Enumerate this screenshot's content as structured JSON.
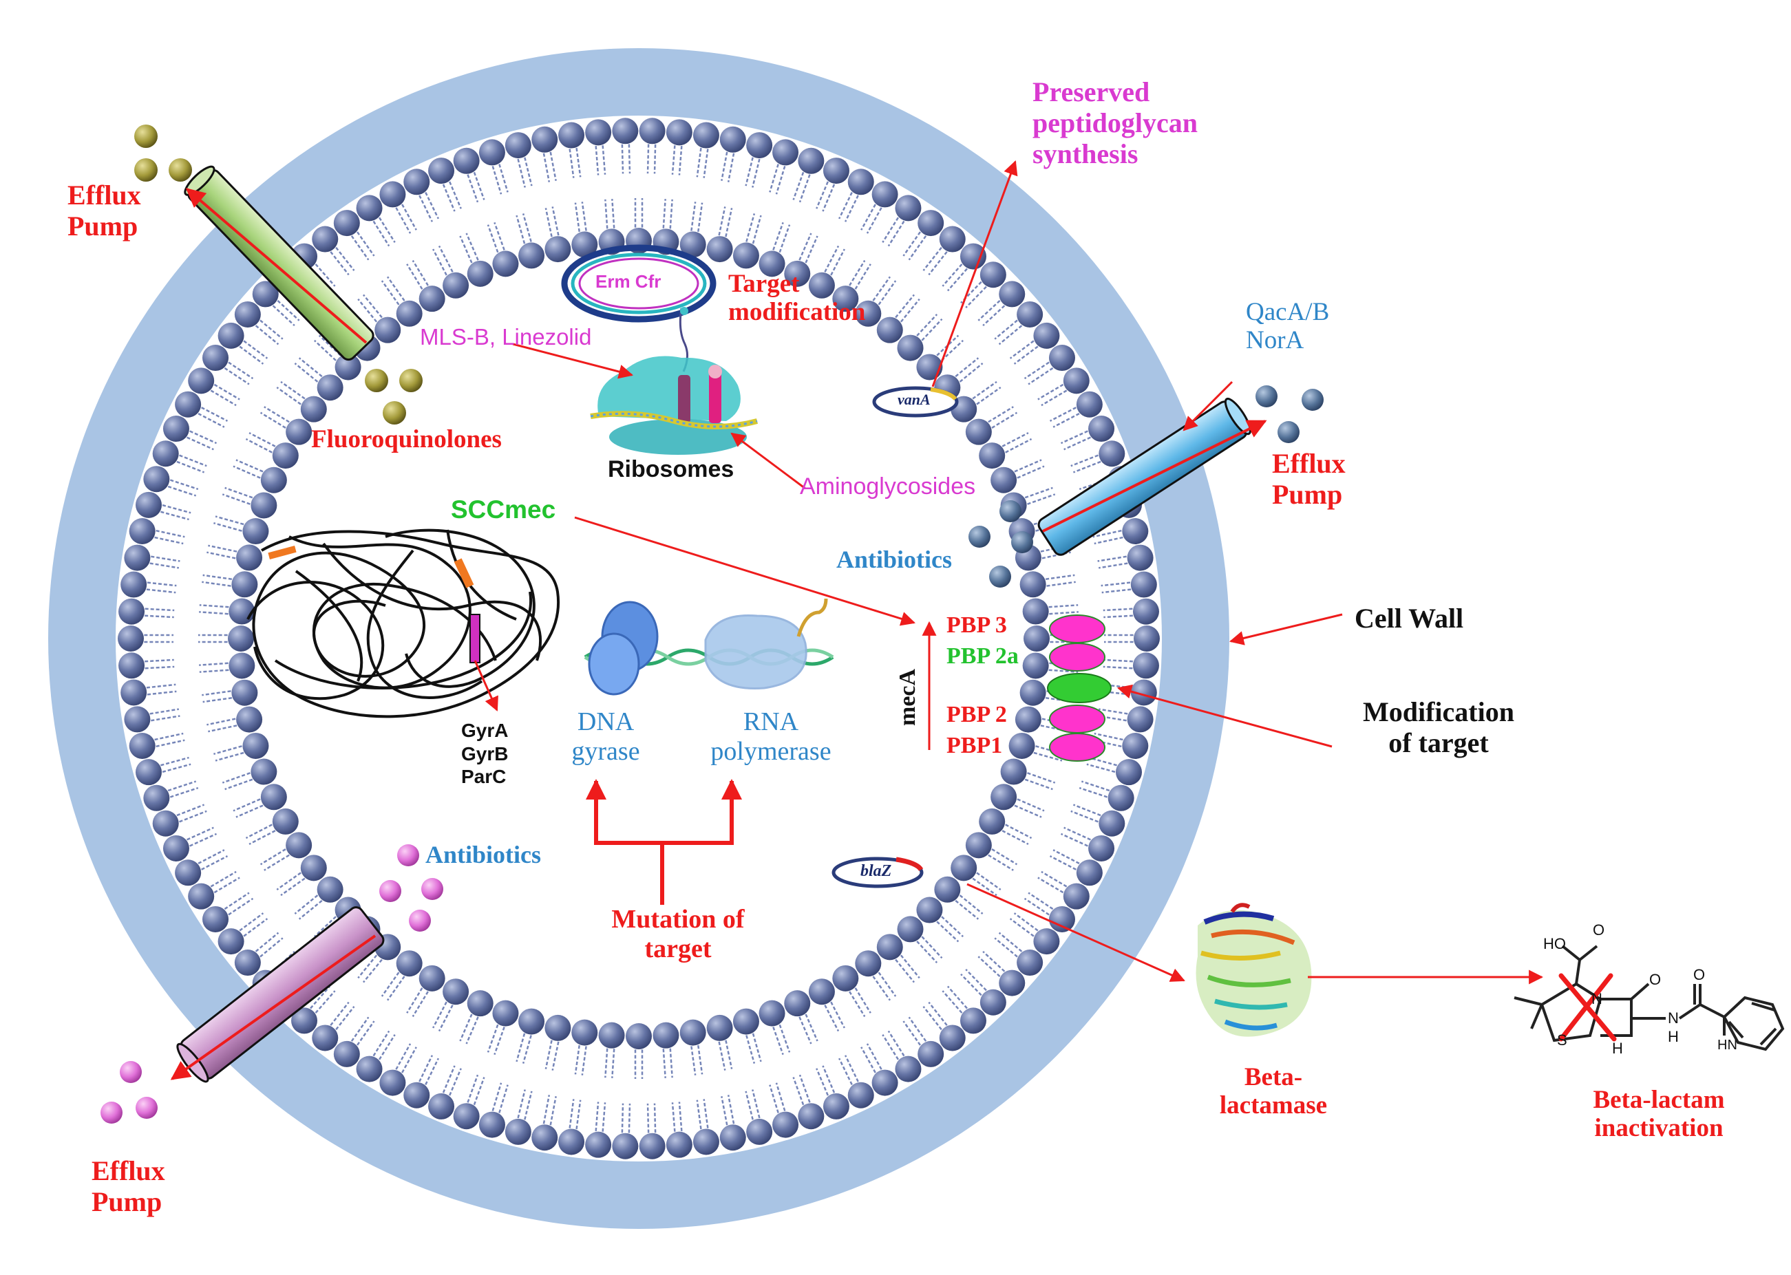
{
  "labels": {
    "efflux_pump_top_left": "Efflux\nPump",
    "efflux_pump_right": "Efflux\nPump",
    "efflux_pump_bottom_left": "Efflux\nPump",
    "preserved_peptidoglycan": "Preserved\npeptidoglycan\nsynthesis",
    "erm_cfr": "Erm Cfr",
    "target_modification": "Target\nmodification",
    "mls_b_linezolid": "MLS-B, Linezolid",
    "fluoroquinolones": "Fluoroquinolones",
    "ribosomes": "Ribosomes",
    "aminoglycosides": "Aminoglycosides",
    "vana": "vanA",
    "qaca_nora": "QacA/B\nNorA",
    "sccmec": "SCCmec",
    "antibiotics_right": "Antibiotics",
    "cell_wall": "Cell Wall",
    "meca": "mecA",
    "pbp3": "PBP 3",
    "pbp2a": "PBP 2a",
    "pbp2": "PBP 2",
    "pbp1": "PBP1",
    "modification_of_target": "Modification\nof target",
    "gyra_gyrb_parc": "GyrA\nGyrB\nParC",
    "dna_gyrase": "DNA\ngyrase",
    "rna_polymerase": "RNA\npolymerase",
    "antibiotics_left": "Antibiotics",
    "mutation_of_target": "Mutation of\ntarget",
    "blaz": "blaZ",
    "beta_lactamase": "Beta-\nlactamase",
    "beta_lactam_inactivation": "Beta-lactam\ninactivation",
    "chem_ho": "HO",
    "chem_o1": "O",
    "chem_o2": "O",
    "chem_o3": "O",
    "chem_n": "N",
    "chem_s": "S",
    "chem_h1": "H",
    "chem_h2": "H",
    "chem_nh": "N",
    "chem_hn": "HN"
  },
  "colors": {
    "cell_wall": "#a9c4e4",
    "lipid_head": "#5f6f9e",
    "lipid_tail": "#7585b8",
    "red": "#ee1c1c",
    "magenta": "#d93ad0",
    "blue": "#2f86c8",
    "green": "#22c22e",
    "pump_green": "#b5d98c",
    "pump_blue": "#5fb8e8",
    "pump_pink": "#c993c9",
    "pbp_magenta": "#ff33cc",
    "pbp_green": "#33cc33",
    "olive_sphere": "#a39a3a",
    "blue_sphere": "#56749a",
    "pink_sphere": "#e070d8"
  }
}
